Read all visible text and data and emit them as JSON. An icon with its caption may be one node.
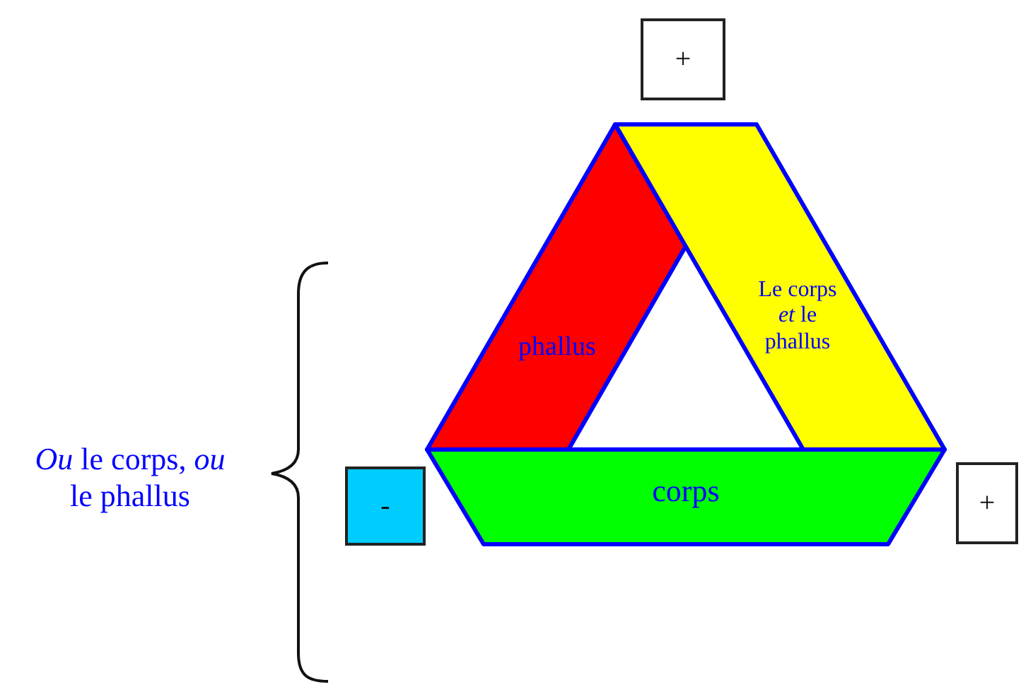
{
  "diagram": {
    "nodes": [
      {
        "text": [
          "+"
        ]
      },
      {
        "text": [
          "phallus"
        ]
      },
      {
        "text": [
          "Le corps *et* le phallus"
        ]
      },
      {
        "text": [
          "-"
        ]
      },
      {
        "text": [
          "corps"
        ]
      },
      {
        "text": [
          "+"
        ]
      }
    ],
    "labels": [
      "*Ou* le corps, *ou* le phallus"
    ]
  }
}
